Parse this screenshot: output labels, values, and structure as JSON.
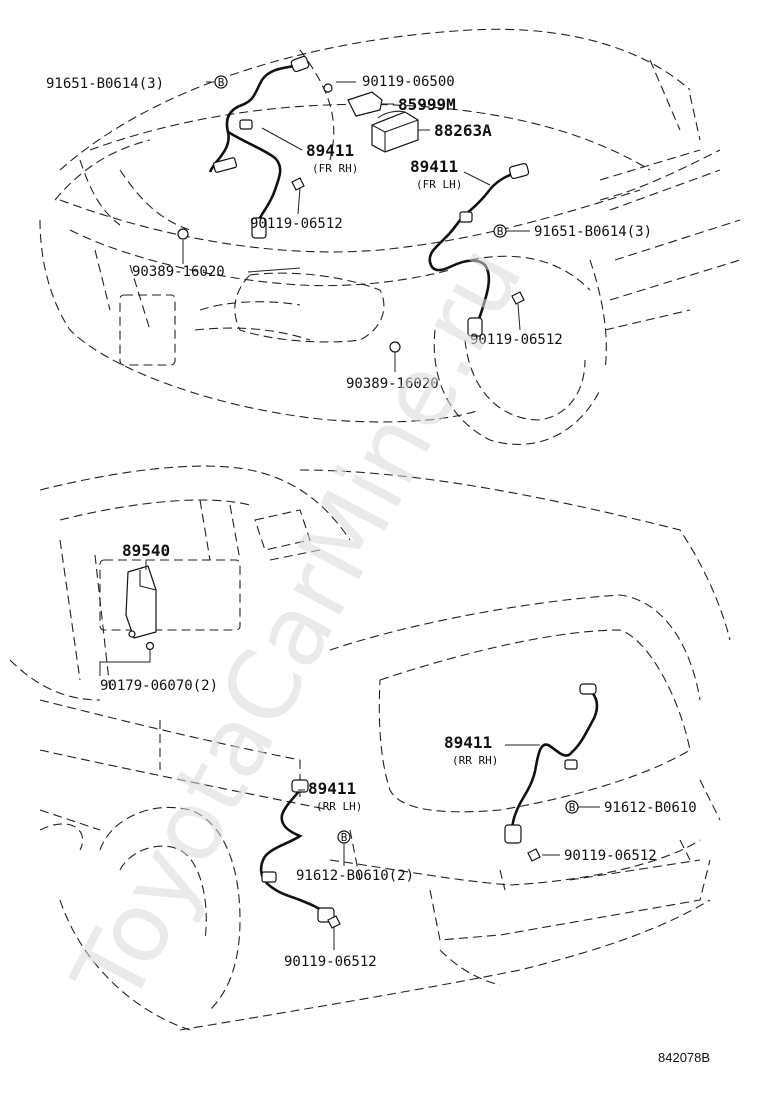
{
  "watermark": "ToyotaCarMine.ru",
  "diagram_code": "842078B",
  "labels": {
    "front_bolt_top_left": "91651-B0614(3)",
    "clip_top": "90119-06500",
    "bracket": "85999M",
    "actuator": "88263A",
    "sensor_fr_rh": "89411",
    "sensor_fr_rh_sub": "(FR RH)",
    "bolt_fr_rh": "90119-06512",
    "sensor_fr_lh": "89411",
    "sensor_fr_lh_sub": "(FR LH)",
    "front_bolt_right": "91651-B0614(3)",
    "clip_left": "90389-16020",
    "bolt_fr_lh": "90119-06512",
    "clip_bottom": "90389-16020",
    "ecu": "89540",
    "ecu_screw": "90179-06070(2)",
    "sensor_rr_rh": "89411",
    "sensor_rr_rh_sub": "(RR RH)",
    "rear_bolt_right": "91612-B0610",
    "bolt_rr_rh": "90119-06512",
    "sensor_rr_lh": "89411",
    "sensor_rr_lh_sub": "(RR LH)",
    "rear_bolt_left": "91612-B0610(2)",
    "bolt_rr_lh": "90119-06512"
  }
}
